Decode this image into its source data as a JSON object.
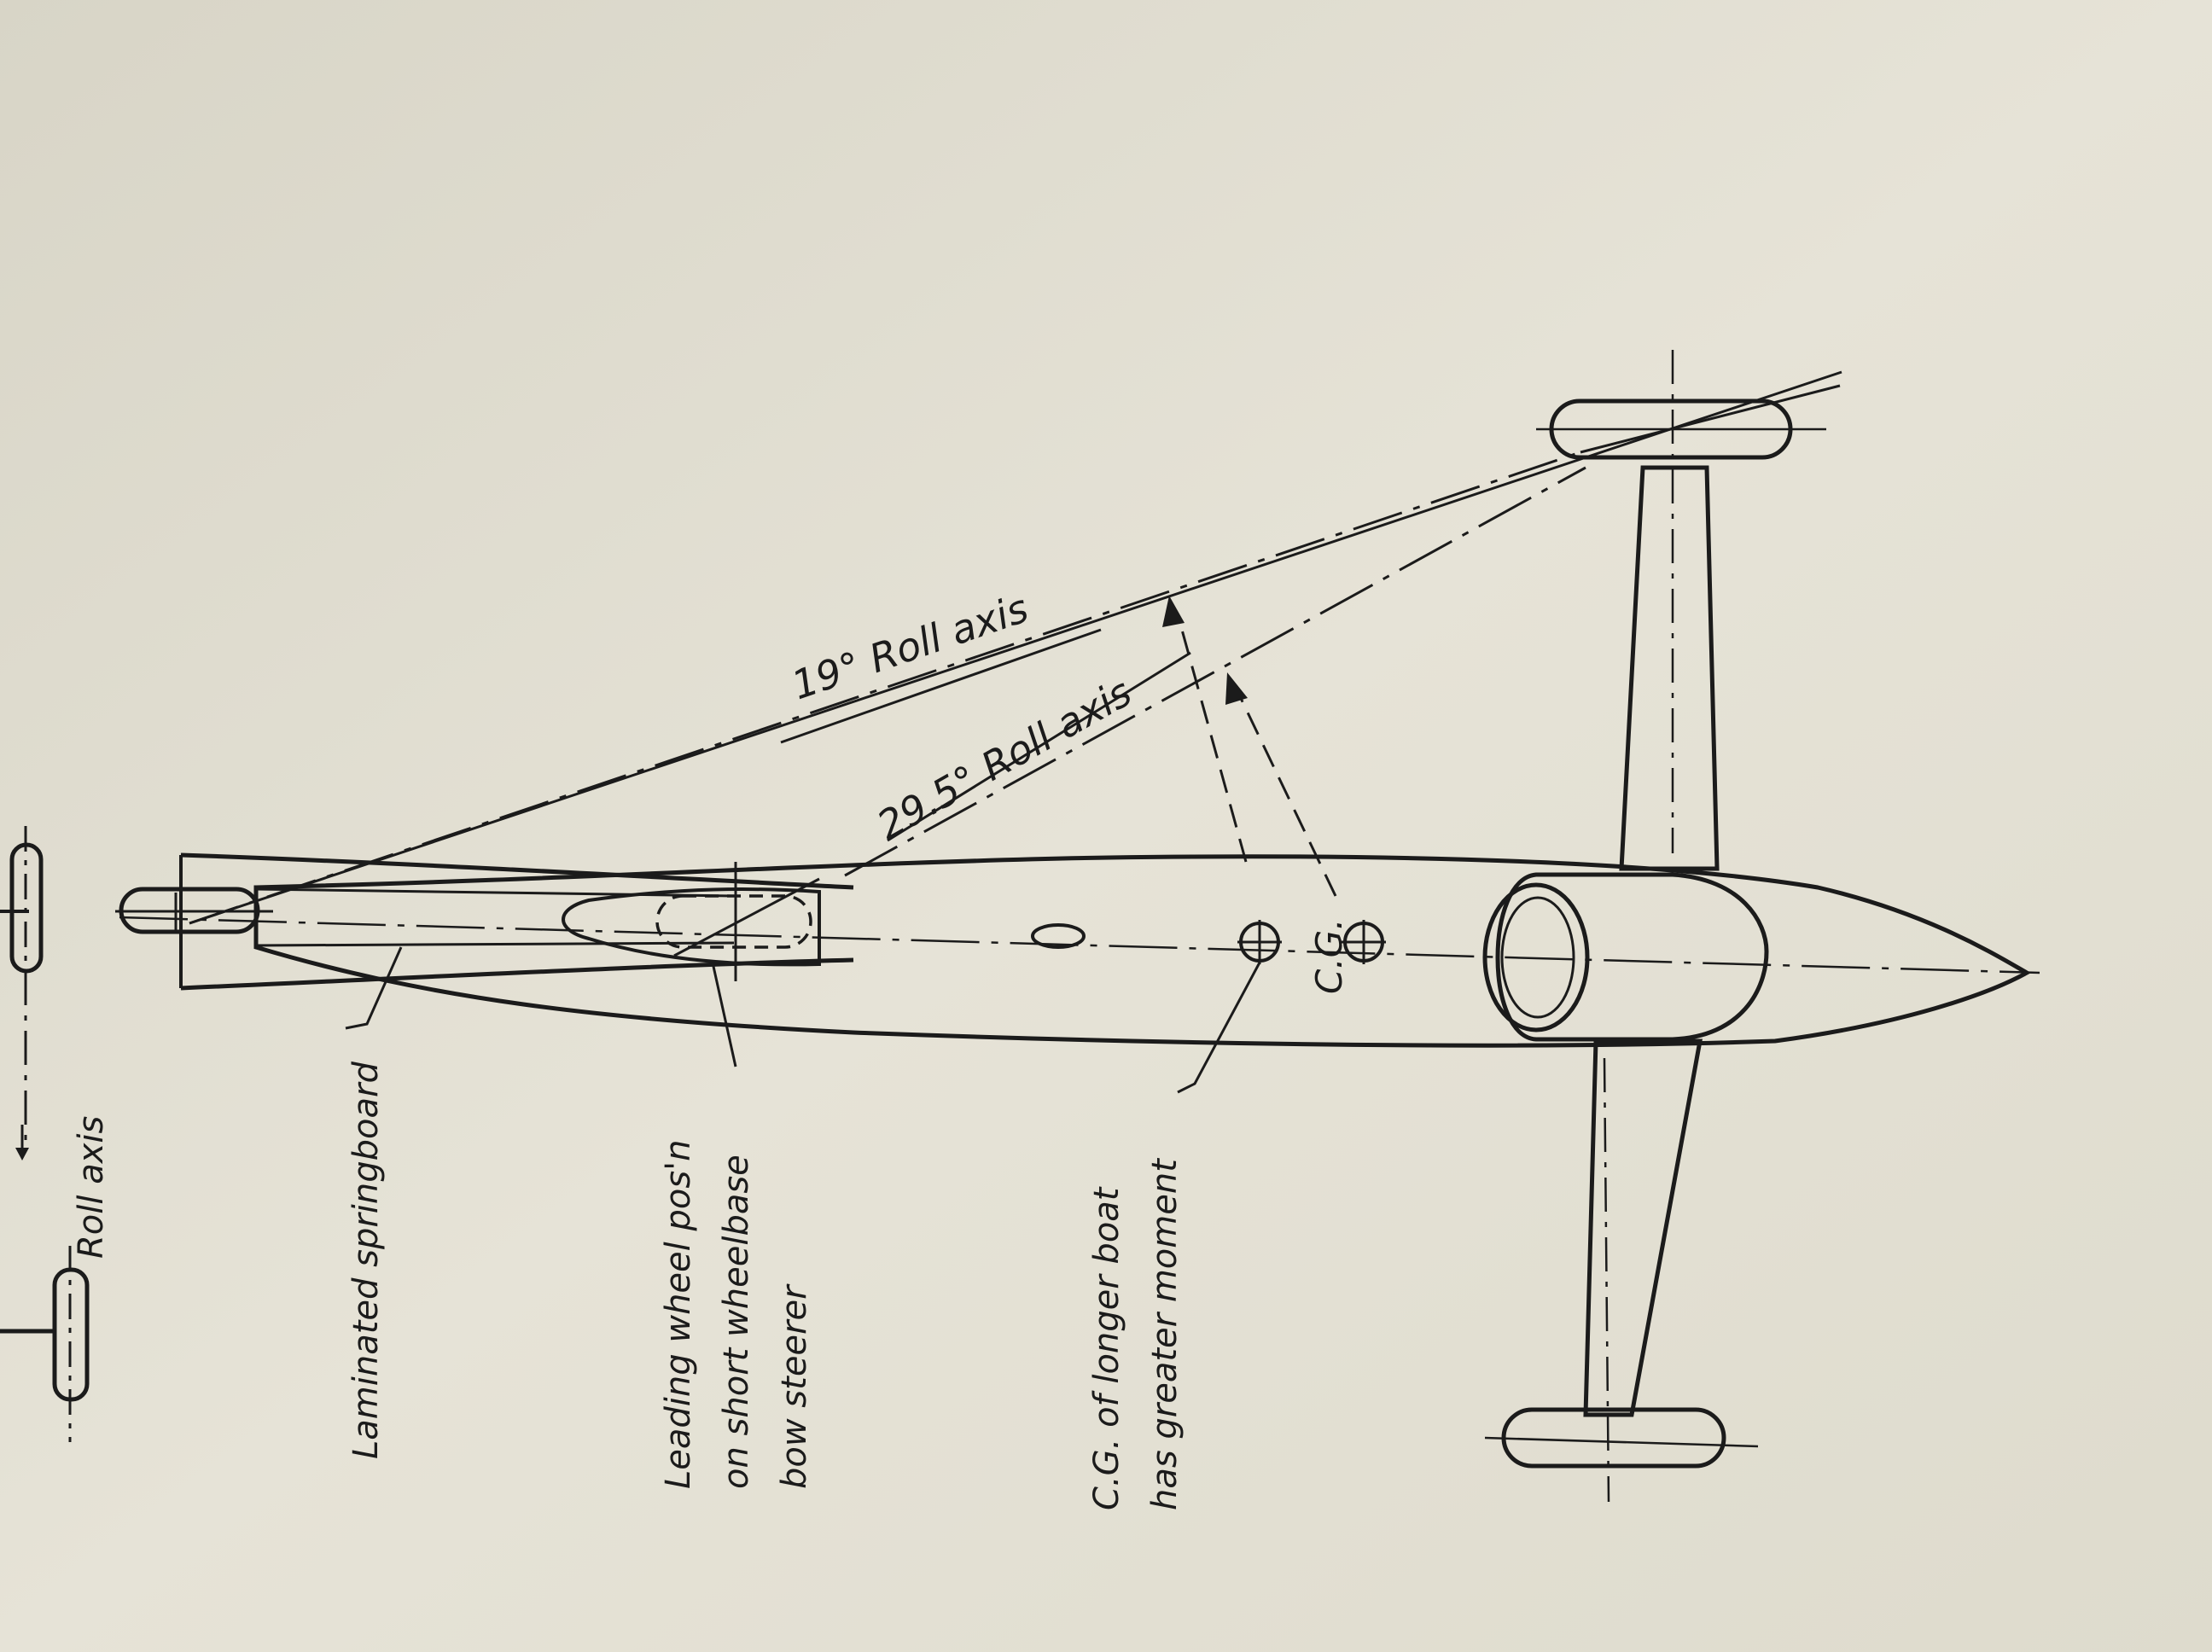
{
  "diagram": {
    "labels": {
      "roll_axis_19": "19° Roll axis",
      "roll_axis_29": "29.5° Roll axis",
      "cg": "C.G.",
      "roll_axis_left": "Roll axis",
      "springboard": "Laminated springboard",
      "leading_wheel": [
        "Leading wheel pos'n",
        "on short wheelbase",
        "bow steerer"
      ],
      "cg_longer": [
        "C.G. of longer boat",
        "has greater moment"
      ]
    },
    "colors": {
      "paper": "#e3e0d3",
      "ink": "#1b1b1b"
    }
  }
}
